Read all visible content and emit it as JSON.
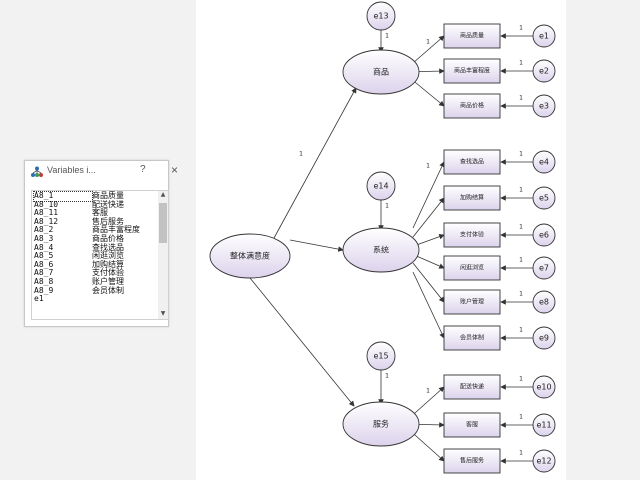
{
  "variables_window": {
    "title": "Variables i...",
    "help_glyph": "?",
    "close_glyph": "×",
    "items": [
      {
        "name": "A8_1",
        "label": "商品质量"
      },
      {
        "name": "A8_10",
        "label": "配送快递"
      },
      {
        "name": "A8_11",
        "label": "客服"
      },
      {
        "name": "A8_12",
        "label": "售后服务"
      },
      {
        "name": "A8_2",
        "label": "商品丰富程度"
      },
      {
        "name": "A8_3",
        "label": "商品价格"
      },
      {
        "name": "A8_4",
        "label": "查找选品"
      },
      {
        "name": "A8_5",
        "label": "闲逛浏览"
      },
      {
        "name": "A8_6",
        "label": "加购结算"
      },
      {
        "name": "A8_7",
        "label": "支付体验"
      },
      {
        "name": "A8_8",
        "label": "账户管理"
      },
      {
        "name": "A8_9",
        "label": "会员体制"
      },
      {
        "name": "e1",
        "label": ""
      }
    ]
  },
  "diagram": {
    "root": "整体满意度",
    "latent_goods": "商品",
    "latent_system": "系统",
    "latent_service": "服务",
    "err_goods": "e13",
    "err_system": "e14",
    "err_service": "e15",
    "obs_goods": [
      {
        "label": "商品质量",
        "error": "e1"
      },
      {
        "label": "商品丰富程度",
        "error": "e2"
      },
      {
        "label": "商品价格",
        "error": "e3"
      }
    ],
    "obs_system": [
      {
        "label": "查找选品",
        "error": "e4"
      },
      {
        "label": "加购结算",
        "error": "e5"
      },
      {
        "label": "支付体验",
        "error": "e6"
      },
      {
        "label": "闲逛浏览",
        "error": "e7"
      },
      {
        "label": "账户管理",
        "error": "e8"
      },
      {
        "label": "会员体制",
        "error": "e9"
      }
    ],
    "obs_service": [
      {
        "label": "配送快递",
        "error": "e10"
      },
      {
        "label": "客服",
        "error": "e11"
      },
      {
        "label": "售后服务",
        "error": "e12"
      }
    ],
    "path_weight": "1",
    "colors": {
      "fill_top": "#ffffff",
      "fill_bottom": "#dcd3ec",
      "stroke": "#333333"
    }
  }
}
